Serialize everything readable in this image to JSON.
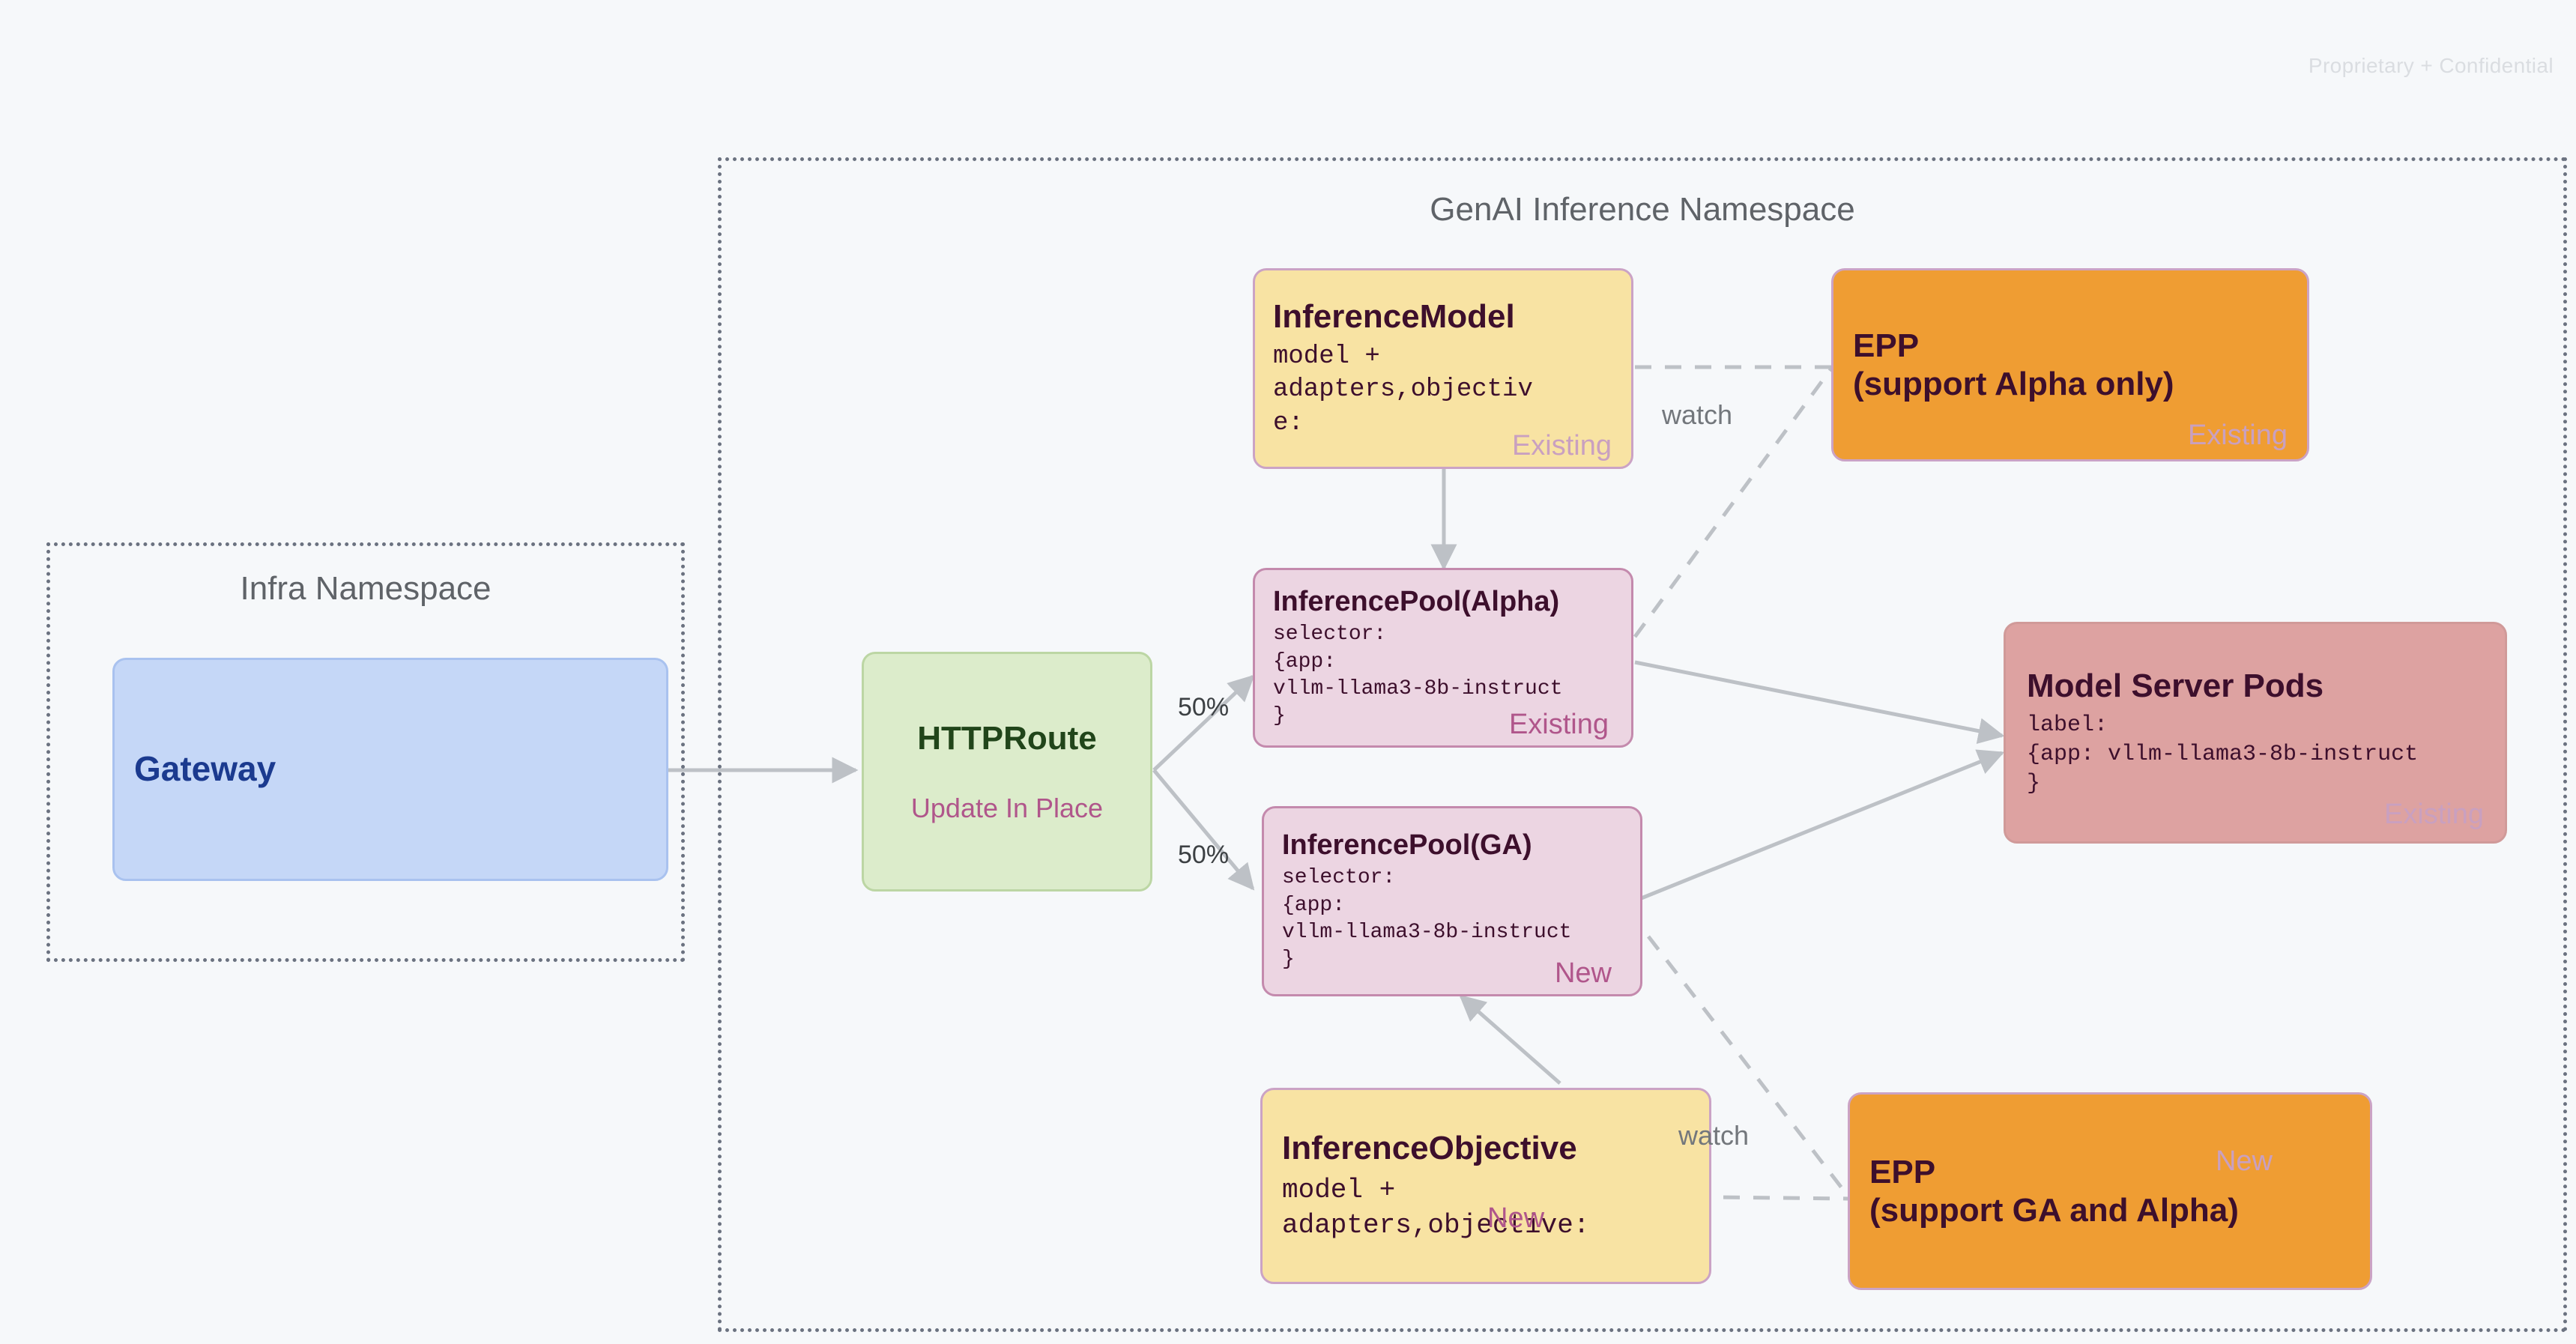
{
  "watermark": "Proprietary + Confidential",
  "namespaces": {
    "infra": {
      "title": "Infra Namespace"
    },
    "genai": {
      "title": "GenAI Inference Namespace"
    }
  },
  "nodes": {
    "gateway": {
      "title": "Gateway"
    },
    "httproute": {
      "title": "HTTPRoute",
      "badge": "Update In Place"
    },
    "inference_model": {
      "title": "InferenceModel",
      "body": "model +\nadapters,objectiv\ne:",
      "badge": "Existing"
    },
    "epp_alpha": {
      "title": "EPP\n(support Alpha only)",
      "badge": "Existing"
    },
    "pool_alpha": {
      "title": "InferencePool(Alpha)",
      "body": "selector:\n{app:\nvllm-llama3-8b-instruct\n}",
      "badge": "Existing"
    },
    "pool_ga": {
      "title": "InferencePool(GA)",
      "body": "selector:\n{app:\nvllm-llama3-8b-instruct\n}",
      "badge": "New"
    },
    "model_server_pods": {
      "title": "Model Server Pods",
      "body": "label:\n{app: vllm-llama3-8b-instruct\n}",
      "badge": "Existing"
    },
    "inference_objective": {
      "title": "InferenceObjective",
      "body": "model +\nadapters,objective:",
      "badge": "New"
    },
    "epp_ga": {
      "title": "EPP\n(support GA and Alpha)",
      "badge": "New"
    }
  },
  "edges": {
    "split_top": "50%",
    "split_bottom": "50%",
    "watch_top": "watch",
    "watch_bottom": "watch"
  },
  "colors": {
    "canvas": "#f6f8fa",
    "gateway_fill": "#c5d7f7",
    "httproute_fill": "#dceccb",
    "yellow_fill": "#f8e3a3",
    "pink_fill": "#ecd5e2",
    "orange_fill": "#ef9d33",
    "red_fill": "#dda2a1",
    "edge_gray": "#bdc1c6",
    "badge_pink": "#b0568b",
    "badge_plum": "#c9a0c0"
  }
}
